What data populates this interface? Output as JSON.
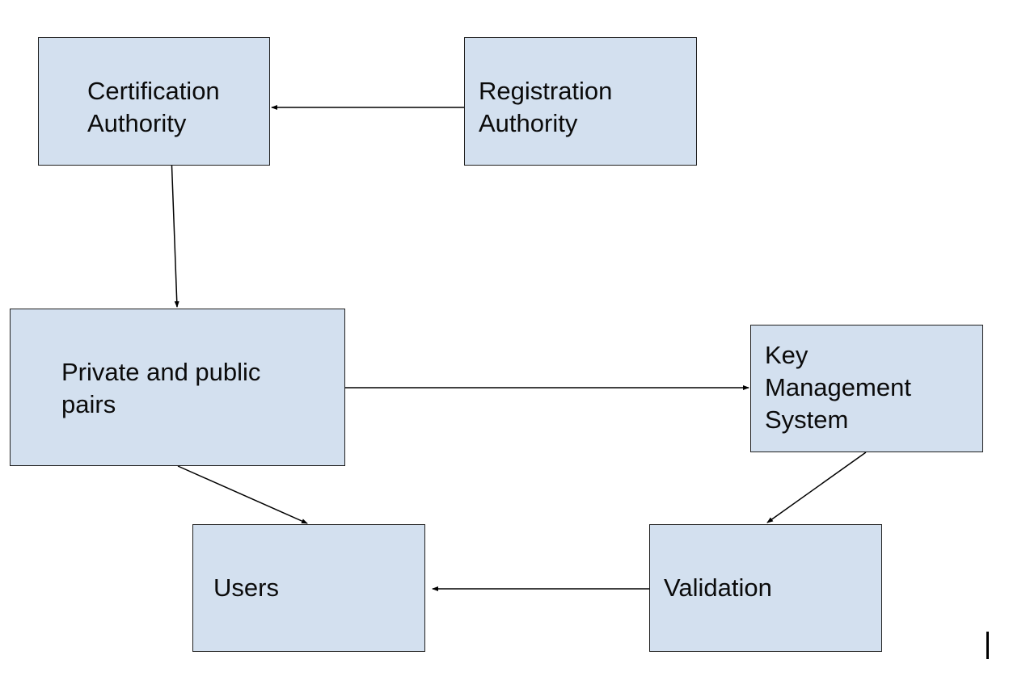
{
  "diagram": {
    "nodes": {
      "certification_authority": {
        "lines": [
          "Certification",
          "Authority"
        ]
      },
      "registration_authority": {
        "lines": [
          "Registration",
          "Authority"
        ]
      },
      "private_public_pairs": {
        "lines": [
          "Private and public",
          "pairs"
        ]
      },
      "key_management_system": {
        "lines": [
          "Key",
          "Management",
          "System"
        ]
      },
      "users": {
        "lines": [
          "Users"
        ]
      },
      "validation": {
        "lines": [
          "Validation"
        ]
      }
    },
    "edges": [
      {
        "from": "registration_authority",
        "to": "certification_authority"
      },
      {
        "from": "certification_authority",
        "to": "private_public_pairs"
      },
      {
        "from": "private_public_pairs",
        "to": "key_management_system"
      },
      {
        "from": "private_public_pairs",
        "to": "users"
      },
      {
        "from": "key_management_system",
        "to": "validation"
      },
      {
        "from": "validation",
        "to": "users"
      }
    ],
    "colors": {
      "box_fill": "#d3e0ef",
      "box_border": "#1f1f1f",
      "arrow": "#000000",
      "text": "#0b0b0b"
    }
  }
}
